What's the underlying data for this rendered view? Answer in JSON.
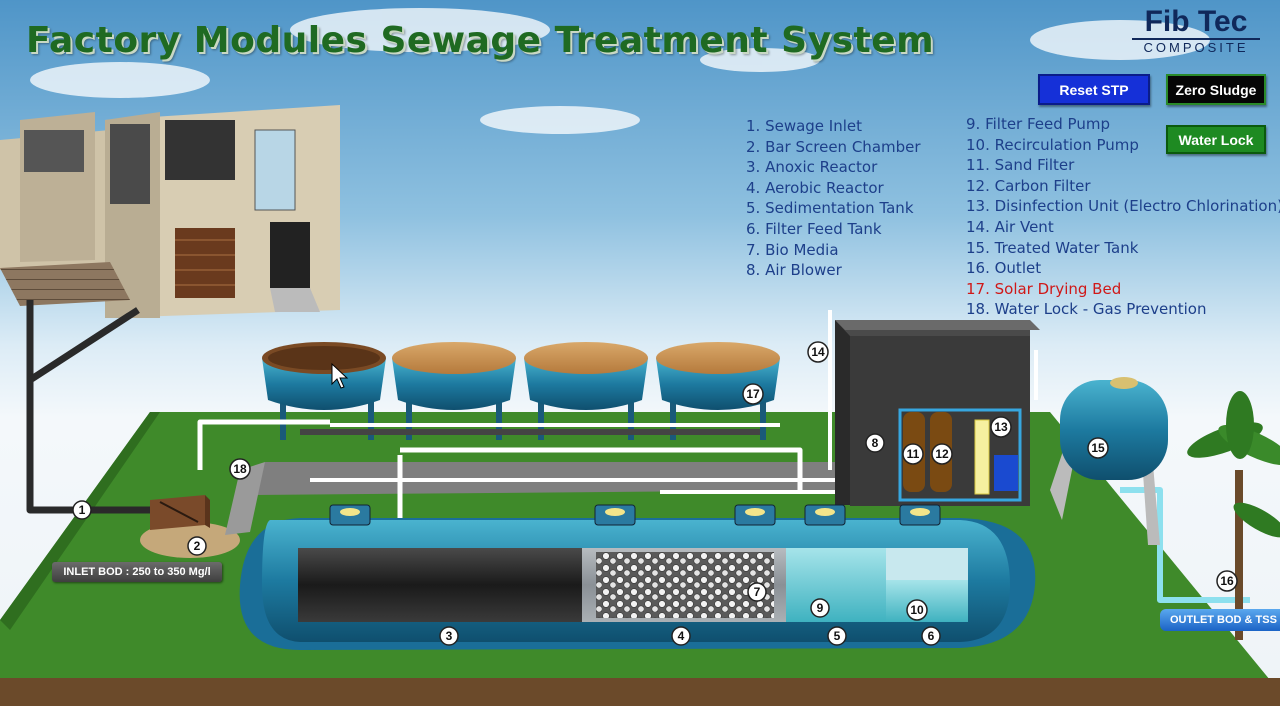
{
  "title": "Factory Modules Sewage Treatment System",
  "brand": {
    "name": "Fib Tec",
    "tagline": "COMPOSITE"
  },
  "buttons": {
    "reset": "Reset STP",
    "zero_sludge": "Zero Sludge",
    "water_lock": "Water Lock"
  },
  "legend_left": [
    "1. Sewage Inlet",
    "2. Bar Screen Chamber",
    "3. Anoxic Reactor",
    "4. Aerobic Reactor",
    "5. Sedimentation Tank",
    "6. Filter Feed Tank",
    "7. Bio Media",
    "8. Air Blower"
  ],
  "legend_right": [
    "9. Filter Feed Pump",
    "10. Recirculation Pump",
    "11. Sand Filter",
    "12. Carbon Filter",
    "13. Disinfection Unit (Electro Chlorination)",
    "14. Air Vent",
    "15. Treated Water Tank",
    "16. Outlet",
    "17. Solar Drying Bed",
    "18. Water Lock - Gas Prevention"
  ],
  "legend_highlight_item": "17. Solar Drying Bed",
  "inlet_badge": "INLET BOD : 250 to 350 Mg/l",
  "outlet_badge": "OUTLET BOD & TSS <",
  "markers": [
    "1",
    "2",
    "3",
    "4",
    "5",
    "6",
    "7",
    "8",
    "9",
    "10",
    "11",
    "12",
    "13",
    "14",
    "15",
    "16",
    "17",
    "18"
  ],
  "colors": {
    "title": "#1f6a22",
    "legend_text": "#1d3f8a",
    "legend_highlight": "#d01818",
    "grass": "#3f8a2a",
    "tank": "#1e7fa0"
  }
}
